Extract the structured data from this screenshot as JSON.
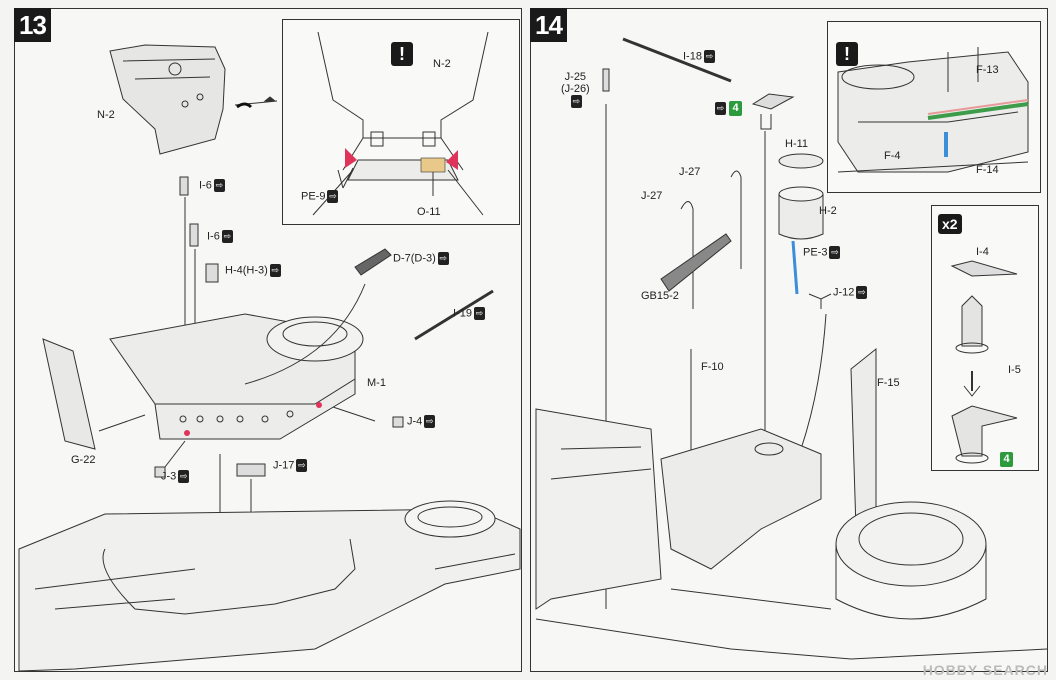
{
  "steps": {
    "step13": {
      "number": "13",
      "warning_symbol": "!",
      "labels": {
        "n2_main": "N-2",
        "n2_inset": "N-2",
        "pe9": "PE-9",
        "o11": "O-11",
        "i6_a": "I-6",
        "i6_b": "I-6",
        "h4": "H-4(H-3)",
        "d7": "D-7(D-3)",
        "i19": "I-19",
        "m1": "M-1",
        "g22": "G-22",
        "j4": "J-4",
        "j3": "J-3",
        "j17": "J-17"
      }
    },
    "step14": {
      "number": "14",
      "warning_symbol": "!",
      "multiplier": "x2",
      "green_step": "4",
      "labels": {
        "i18": "I-18",
        "j25": "J-25",
        "j26": "(J-26)",
        "h11": "H-11",
        "h2": "H-2",
        "j27_a": "J-27",
        "j27_b": "J-27",
        "gb15": "GB15-2",
        "pe3": "PE-3",
        "j12": "J-12",
        "f10": "F-10",
        "f15": "F-15",
        "f13": "F-13",
        "f4": "F-4",
        "f14": "F-14",
        "i4": "I-4",
        "i5": "I-5"
      }
    }
  },
  "colors": {
    "highlight_red": "#e0335a",
    "highlight_tan": "#e9c98a",
    "highlight_blue": "#3a8fd8",
    "highlight_green": "#3d9c4a",
    "highlight_pink": "#e89a9a"
  },
  "icons": [
    "arrow-badge-icon",
    "warning-icon"
  ],
  "watermark": "HOBBY SEARCH"
}
